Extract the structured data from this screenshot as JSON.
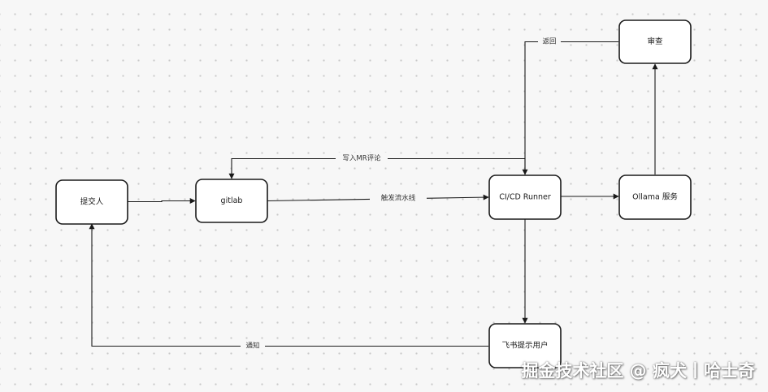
{
  "nodes": {
    "committer": "提交人",
    "gitlab": "gitlab",
    "runner": "CI/CD Runner",
    "ollama": "Ollama 服务",
    "review": "审查",
    "feishu": "飞书提示用户"
  },
  "edges": {
    "return": "返回",
    "write_mr": "写入MR评论",
    "trigger": "触发流水线",
    "notify": "通知"
  },
  "watermark": "掘金技术社区 @ 疯犬丨哈士奇",
  "colors": {
    "background": "#f7f7f7",
    "stroke": "#1a1a1a",
    "node_fill": "#ffffff"
  }
}
